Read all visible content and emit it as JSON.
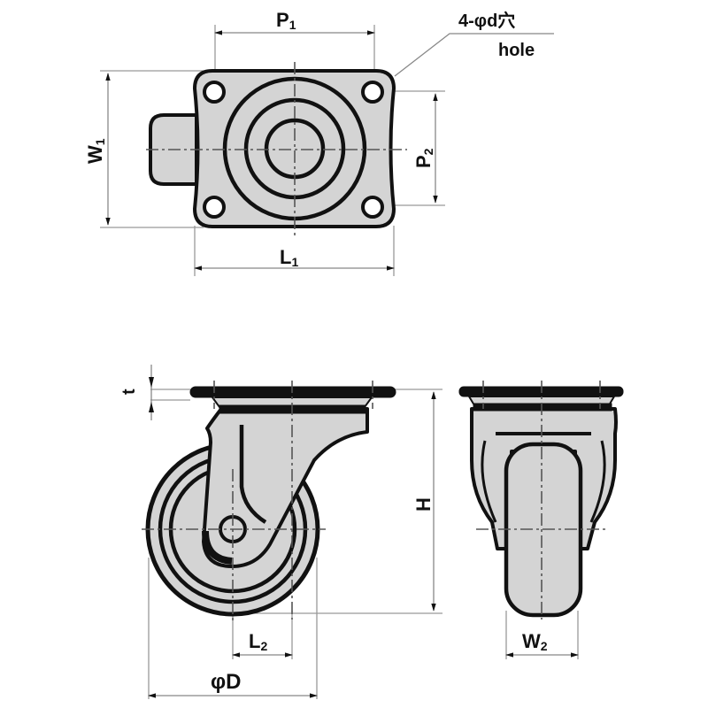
{
  "diagram": {
    "title": "Swivel caster dimension drawing",
    "colors": {
      "part_fill": "#d4d4d4",
      "outline": "#111111",
      "dimension_line": "#888888"
    },
    "top_view": {
      "labels": {
        "p1": "P",
        "p1_sub": "1",
        "p2": "P",
        "p2_sub": "2",
        "w1": "W",
        "w1_sub": "1",
        "l1": "L",
        "l1_sub": "1",
        "hole_callout_line1": "4-φd穴",
        "hole_callout_line2": "hole"
      }
    },
    "side_view": {
      "labels": {
        "t": "t",
        "h": "H",
        "l2": "L",
        "l2_sub": "2",
        "d": "φD"
      }
    },
    "front_view": {
      "labels": {
        "w2": "W",
        "w2_sub": "2"
      }
    }
  }
}
